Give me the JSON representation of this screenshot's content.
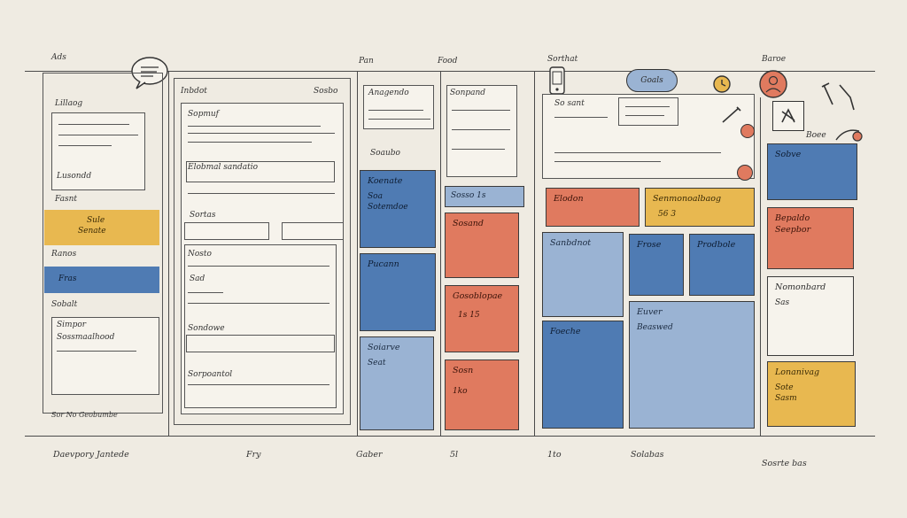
{
  "header": {
    "col1_title": "Ads",
    "col2_title": "Inbdot",
    "col2_right": "Sosbo",
    "col3_title": "Pan",
    "col4_title": "Food",
    "col5_title": "Sorthat",
    "col5_pill": "Goals",
    "col6_title": "Baroe"
  },
  "sidebar": {
    "box1_title": "Lillaog",
    "box1_item": "Lusondd",
    "section_title": "Fasnt",
    "yellow_line1": "Sule",
    "yellow_line2": "Senate",
    "plain_item": "Ranos",
    "blue_item": "Fras",
    "section2_title": "Sobalt",
    "box2_line1": "Simpor",
    "box2_line2": "Sossmaalhood",
    "bottom_note": "Sor No Geobumbe",
    "footer": "Daevpory Jantede"
  },
  "form": {
    "label1": "Sopmuf",
    "label2": "Elobmal sandatio",
    "label3": "Sortas",
    "label4": "Nosto",
    "label5": "Sad",
    "label6": "Sondowe",
    "label7": "Sorpoantol",
    "footer": "Fry"
  },
  "col3": {
    "box_title": "Anagendo",
    "plain_label": "Soaubo",
    "card1_title": "Koenate",
    "card1_line": "Soa",
    "card1_line2": "Sotemdoe",
    "card2_title": "Pucann",
    "card3_title": "Soiarve",
    "card3_line": "Seat",
    "footer": "Gaber"
  },
  "col4": {
    "box_title": "Sonpand",
    "strip_label": "Sosso 1s",
    "card1_title": "Sosand",
    "card2_title": "Gosoblopae",
    "card2_num": "1s 15",
    "card3_title": "Sosn",
    "card3_num": "1ko",
    "footer": "5l"
  },
  "col5": {
    "header_text": "So sant",
    "orange_title": "Elodon",
    "yellow_title": "Senmonoalbaog",
    "yellow_num": "56 3",
    "lb_title": "Sanbdnot",
    "blue_title": "Foeche",
    "small1": "Frose",
    "small2": "Prodbole",
    "mid_title": "Euver",
    "mid_line": "Beaswed",
    "footer_left": "1to",
    "footer_right": "Solabas"
  },
  "col6": {
    "icon_label": "Boee",
    "card1_title": "Sobve",
    "card2_title": "Bepaldo Seepbor",
    "white_title": "Nomonbard",
    "white_line": "Sas",
    "yellow_title": "Lonanivag",
    "yellow_line1": "Sote",
    "yellow_line2": "Sasm",
    "footer": "Sosrte bas"
  },
  "colors": {
    "background": "#efebe2",
    "blue": "#4f7bb3",
    "lightblue": "#9ab3d3",
    "orange": "#e07a5f",
    "yellow": "#e8b850"
  },
  "icons": [
    "speech-bubble-icon",
    "phone-icon",
    "clock-icon",
    "avatar-icon",
    "arrow-icon",
    "pen-icon",
    "document-icon"
  ]
}
